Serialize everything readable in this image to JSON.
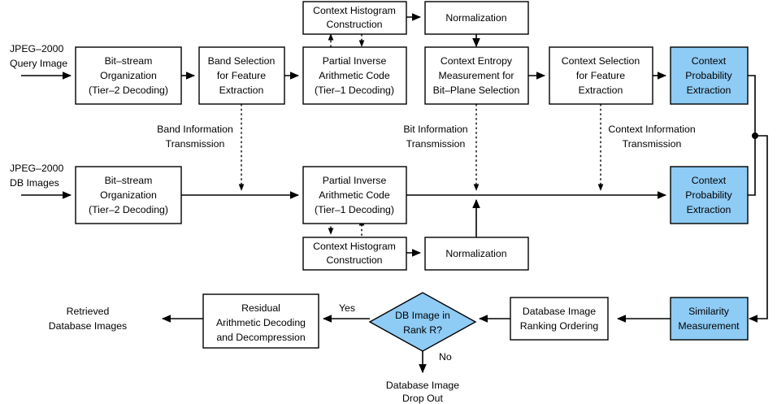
{
  "diagram": {
    "title": "JPEG-2000 compressed-domain image retrieval flowchart",
    "colors": {
      "highlight_fill": "#8ecbf5",
      "box_fill": "#ffffff",
      "stroke": "#000000"
    },
    "inputs": [
      {
        "id": "query-input",
        "line1": "JPEG–2000",
        "line2": "Query Image"
      },
      {
        "id": "db-input",
        "line1": "JPEG–2000",
        "line2": "DB Images"
      }
    ],
    "outputs": [
      {
        "id": "retrieved-output",
        "line1": "Retrieved",
        "line2": "Database Images"
      },
      {
        "id": "dropout-output",
        "line1": "Database Image",
        "line2": "Drop Out"
      }
    ],
    "boxes": [
      {
        "id": "query-bitstream",
        "lines": [
          "Bit–stream",
          "Organization",
          "(Tier–2 Decoding)"
        ],
        "highlight": false
      },
      {
        "id": "band-selection",
        "lines": [
          "Band Selection",
          "for Feature",
          "Extraction"
        ],
        "highlight": false
      },
      {
        "id": "query-partial-inv",
        "lines": [
          "Partial Inverse",
          "Arithmetic Code",
          "(Tier–1 Decoding)"
        ],
        "highlight": false
      },
      {
        "id": "query-ctx-hist",
        "lines": [
          "Context Histogram",
          "Construction"
        ],
        "highlight": false
      },
      {
        "id": "query-normalization",
        "lines": [
          "Normalization"
        ],
        "highlight": false
      },
      {
        "id": "ctx-entropy",
        "lines": [
          "Context Entropy",
          "Measurement for",
          "Bit–Plane Selection"
        ],
        "highlight": false
      },
      {
        "id": "ctx-selection",
        "lines": [
          "Context Selection",
          "for Feature",
          "Extraction"
        ],
        "highlight": false
      },
      {
        "id": "query-ctx-prob",
        "lines": [
          "Context",
          "Probability",
          "Extraction"
        ],
        "highlight": true
      },
      {
        "id": "db-bitstream",
        "lines": [
          "Bit–stream",
          "Organization",
          "(Tier–2 Decoding)"
        ],
        "highlight": false
      },
      {
        "id": "db-partial-inv",
        "lines": [
          "Partial Inverse",
          "Arithmetic Code",
          "(Tier–1 Decoding)"
        ],
        "highlight": false
      },
      {
        "id": "db-ctx-hist",
        "lines": [
          "Context Histogram",
          "Construction"
        ],
        "highlight": false
      },
      {
        "id": "db-normalization",
        "lines": [
          "Normalization"
        ],
        "highlight": false
      },
      {
        "id": "db-ctx-prob",
        "lines": [
          "Context",
          "Probability",
          "Extraction"
        ],
        "highlight": true
      },
      {
        "id": "similarity",
        "lines": [
          "Similarity",
          "Measurement"
        ],
        "highlight": true
      },
      {
        "id": "ranking",
        "lines": [
          "Database Image",
          "Ranking Ordering"
        ],
        "highlight": false
      },
      {
        "id": "residual",
        "lines": [
          "Residual",
          "Arithmetic Decoding",
          "and Decompression"
        ],
        "highlight": false
      }
    ],
    "decision": {
      "id": "rank-decision",
      "line1": "DB Image in",
      "line2_prefix": "Rank ",
      "line2_var": "R",
      "line2_suffix": "?",
      "yes_label": "Yes",
      "no_label": "No"
    },
    "transmissions": [
      {
        "id": "band-information",
        "line1": "Band Information",
        "line2": "Transmission"
      },
      {
        "id": "bit-information",
        "line1": "Bit Information",
        "line2": "Transmission"
      },
      {
        "id": "context-information",
        "line1": "Context Information",
        "line2": "Transmission"
      }
    ]
  }
}
